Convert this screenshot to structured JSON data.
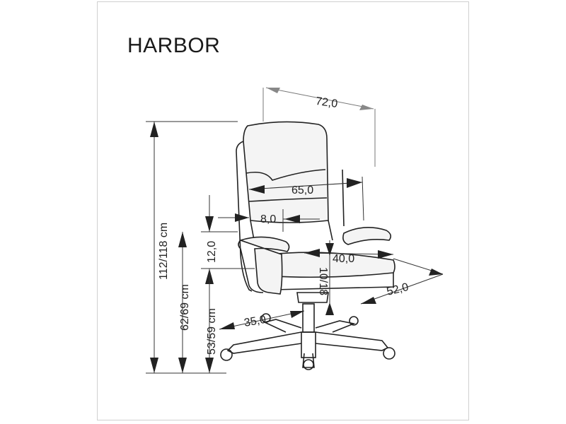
{
  "title": "HARBOR",
  "dimensions": {
    "width_top": "72,0",
    "backrest_width": "65,0",
    "lumbar_offset": "8,0",
    "armrest_height": "12,0",
    "seat_width": "40,0",
    "seat_depth": "52,0",
    "seat_adjust": "10/18",
    "base_radius": "35,0",
    "total_height": "112/118 cm",
    "armrest_floor_height": "62/69 cm",
    "seat_floor_height": "53/59 cm"
  },
  "colors": {
    "line": "#222222",
    "light_line": "#888888",
    "frame": "#cfcfcf"
  }
}
